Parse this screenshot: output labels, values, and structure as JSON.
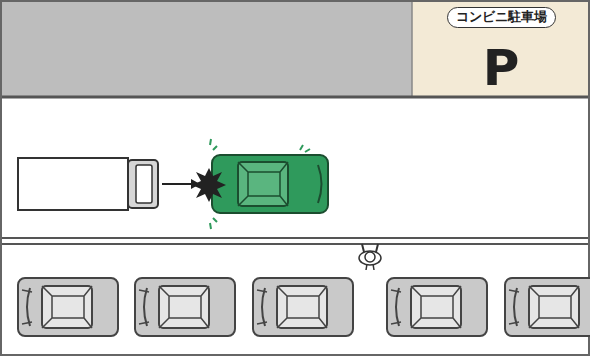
{
  "diagram": {
    "nodes": [
      {
        "text": [
          "P"
        ]
      },
      {
        "text": [
          "コンビニ駐車場"
        ],
        "in": 0
      }
    ]
  }
}
